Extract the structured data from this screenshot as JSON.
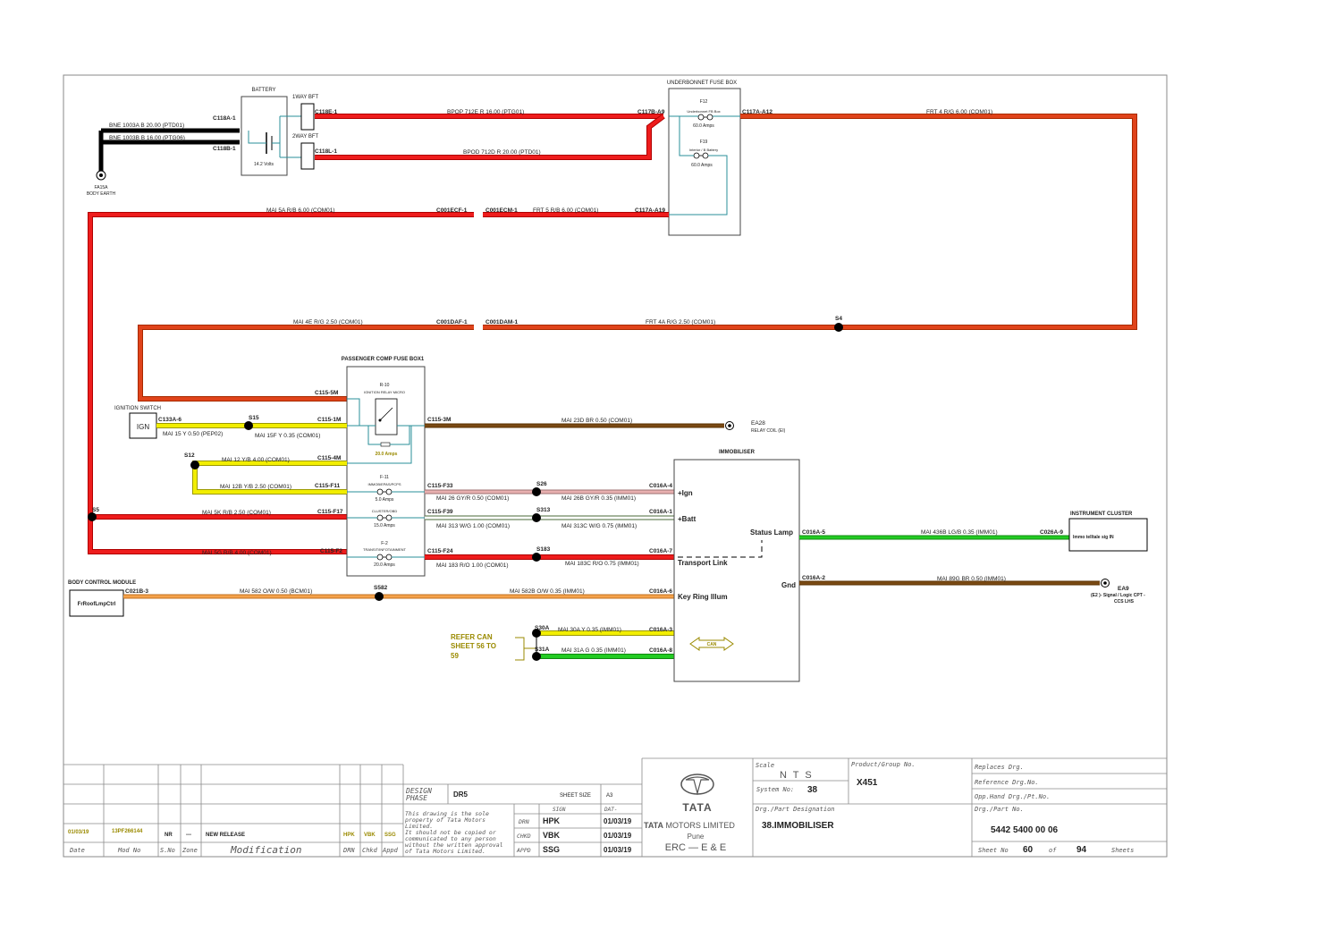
{
  "colors": {
    "frame": "#8a8a8a",
    "red": "#ee1c1c",
    "red_outline": "#b00000",
    "orange_red": "#e0431a",
    "black": "#000000",
    "yellow": "#f2ee00",
    "olive": "#9c9a00",
    "brown": "#7a4a14",
    "green": "#22cc22",
    "pink": "#e8b0b0",
    "orange": "#f5a24a",
    "teal": "#2a8f9a",
    "olive_text": "#9a8a00"
  },
  "components": {
    "battery": "BATTERY",
    "battery_volts": "14.2 Volts",
    "bft1": "1WAY BFT",
    "bft2": "2WAY BFT",
    "fa15a": "FA15A",
    "body_earth": "BODY EARTH",
    "ubfb": "UNDERBONNET FUSE BOX",
    "f12": "F12",
    "f12_desc": "Underbonnet FB Box",
    "f12_amps": "60.0 Amps",
    "f19": "F19",
    "f19_desc": "Interior / B Battery",
    "f19_amps": "60.0 Amps",
    "pcfb": "PASSENGER COMP FUSE BOX1",
    "r10": "R-10",
    "r10_desc": "IGNITION RELAY MICRO",
    "r10_amps": "20.0 Amps",
    "f11": "F-11",
    "f11_desc": "IMMOB/EPAS/PCPS",
    "f11_amps": "5.0 Amps",
    "fc_desc": "CLUSTER/OBD",
    "fc_amps": "15.0 Amps",
    "f2": "F-2",
    "f2_desc": "TRANSIT/INFOTAINMENT",
    "f2_amps": "20.0 Amps",
    "ign_switch": "IGNITION SWITCH",
    "ign": "IGN",
    "immobiliser": "IMMOBILISER",
    "imm_ign": "+Ign",
    "imm_batt": "+Batt",
    "imm_status": "Status Lamp",
    "imm_transport": "Transport Link",
    "imm_gnd": "Gnd",
    "imm_keyring": "Key Ring Illum",
    "ea28": "EA28",
    "ea28_desc": "RELAY COIL (EI)",
    "ic": "INSTRUMENT CLUSTER",
    "ic_inner": "Immo telltale sig IN",
    "ea9": "EA9",
    "ea9_desc": "(E2 )- Signal / Logic CPT -",
    "ea9_desc2": "CCS LHS",
    "bcm": "BODY CONTROL MODULE",
    "bcm_inner": "FrRoofLmpCtrl",
    "refer_can": "REFER CAN",
    "refer_can2": "SHEET 56 TO",
    "refer_can3": "59",
    "can": "CAN"
  },
  "connectors": {
    "c118a1": "C118A-1",
    "c118b1": "C118B-1",
    "c118e1": "C118E-1",
    "c118l1": "C118L-1",
    "c117b": "C117B-A9",
    "c117a12": "C117A-A12",
    "c117a19": "C117A-A19",
    "c001ecf": "C001ECF-1",
    "c001ecm": "C001ECM-1",
    "c001daf": "C001DAF-1",
    "c001dam": "C001DAM-1",
    "s4": "S4",
    "s5": "S5",
    "s12": "S12",
    "s15": "S15",
    "c115_5m": "C115-5M",
    "c115_1m": "C115-1M",
    "c115_3m": "C115-3M",
    "c115_4m": "C115-4M",
    "c133": "C133A-6",
    "c115_f11": "C115-F11",
    "c115_f33": "C115-F33",
    "c115_f17": "C115-F17",
    "c115_f39": "C115-F39",
    "c115_f2": "C115-F2",
    "c115_f24": "C115-F24",
    "s26": "S26",
    "s313": "S313",
    "s183": "S183",
    "s582": "S582",
    "s30a": "S30A",
    "s31a": "S31A",
    "c016a4": "C016A-4",
    "c016a1": "C016A-1",
    "c016a7": "C016A-7",
    "c016a6": "C016A-6",
    "c016a3": "C016A-3",
    "c016a8": "C016A-8",
    "c016a5": "C016A-5",
    "c016a2": "C016A-2",
    "c026a9": "C026A-9",
    "c021b3": "C021B-3"
  },
  "wires": {
    "bne1": "BNE  1003A   B  20.00  (PTD01)",
    "bne2": "BNE  1003B   B  16.00  (PTG06)",
    "bpop": "BPOP  712E   R  16.00  (PTG01)",
    "bpod": "BPOD   712D   R  20.00  (PTD01)",
    "frt4": "FRT  4   R/G   6.00  (COM01)",
    "mai5a": "MAI  5A   R/B   6.00  (COM01)",
    "frt5": "FRT  5   R/B   6.00  (COM01)",
    "mai4e": "MAI  4E   R/G   2.50  (COM01)",
    "frt4a": "FRT  4A   R/G   2.50  (COM01)",
    "mai15": "MAI  15   Y  0.50   (PEP02)",
    "mai15f": "MAI  15F   Y   0.35   (COM01)",
    "mai23d": "MAI  23D   BR   0.50   (COM01)",
    "mai12": "MAI  12   Y/B   4.00   (COM01)",
    "mai12b": "MAI  12B   Y/B   2.50   (COM01)",
    "mai26": "MAI  26   GY/R   0.50   (COM01)",
    "mai26b": "MAI  26B   GY/R   0.35   (IMM01)",
    "mai5k": "MAI  5K   R/B   2.50   (COM01)",
    "mai313": "MAI  313   W/G   1.00   (COM01)",
    "mai313c": "MAI  313C   W/G   0.75   (IMM01)",
    "mai5g": "MAI  5G   R/B   4.00   (COM01)",
    "mai183": "MAI  183   R/O   1.00   (COM01)",
    "mai183c": "MAI  183C   R/O   0.75   (IMM01)",
    "mai436b": "MAI  436B   LG/B   0.35   (IMM01)",
    "mai89g": "MAI  89G   BR   0.50   (IMM01)",
    "mai582": "MAI  582   O/W   0.50   (BCM01)",
    "mai582b": "MAI  582B   O/W   0.35   (IMM01)",
    "mai30a": "MAI  30A   Y   0.35   (IMM01)",
    "mai31a": "MAI  31A   G   0.35   (IMM01)"
  },
  "title_block": {
    "date": "01/03/19",
    "mod_no": "13PF266144",
    "s_no": "NR",
    "zone": "---",
    "modification": "NEW RELEASE",
    "drn": "HPK",
    "chkd": "VBK",
    "appd": "SSG",
    "h_date": "Date",
    "h_mod": "Mod No",
    "h_sno": "S.No",
    "h_zone": "Zone",
    "h_modification": "Modification",
    "h_drn": "DRN",
    "h_chkd": "Chkd",
    "h_appd": "Appd",
    "design": "DESIGN",
    "phase": "PHASE",
    "phase_value": "DR5",
    "sheet_size_label": "SHEET SIZE",
    "sheet_size": "A3",
    "sign": "SIGN",
    "dat": "DAT-",
    "notice1": "This drawing is the sole",
    "notice2": "property of Tata Motors",
    "notice3": "Limited.",
    "notice4": "  It should not be copied or",
    "notice5": "communicated to any person",
    "notice6": "without the written approval",
    "notice7": "of Tata Motors Limited.",
    "row_drn": "DRN",
    "row_chkd": "CHKD",
    "row_appd": "APPD",
    "sig_drn": "HPK",
    "sig_chkd": "VBK",
    "sig_appd": "SSG",
    "date_drn": "01/03/19",
    "date_chkd": "01/03/19",
    "date_appd": "01/03/19",
    "logo_text": "TATA",
    "company_bold": "TATA",
    "company_rest": " MOTORS LIMITED",
    "city": "Pune",
    "dept": "ERC — E & E",
    "scale_label": "Scale",
    "scale": "N T S",
    "system_label": "System No:",
    "system_no": "38",
    "pg_label": "Product/Group No.",
    "pg_value": "X451",
    "designation_label": "Drg./Part Designation",
    "designation": "38.IMMOBILISER",
    "replaces": "Replaces Drg.",
    "reference": "Reference Drg.No.",
    "opp_hand": "Opp.Hand Drg./Pt.No.",
    "part_label": "Drg./Part No.",
    "part_no": "5442 5400 00 06",
    "sheet_no_label": "Sheet No",
    "sheet_no": "60",
    "of_label": "of",
    "total_sheets": "94",
    "sheets_label": "Sheets"
  }
}
